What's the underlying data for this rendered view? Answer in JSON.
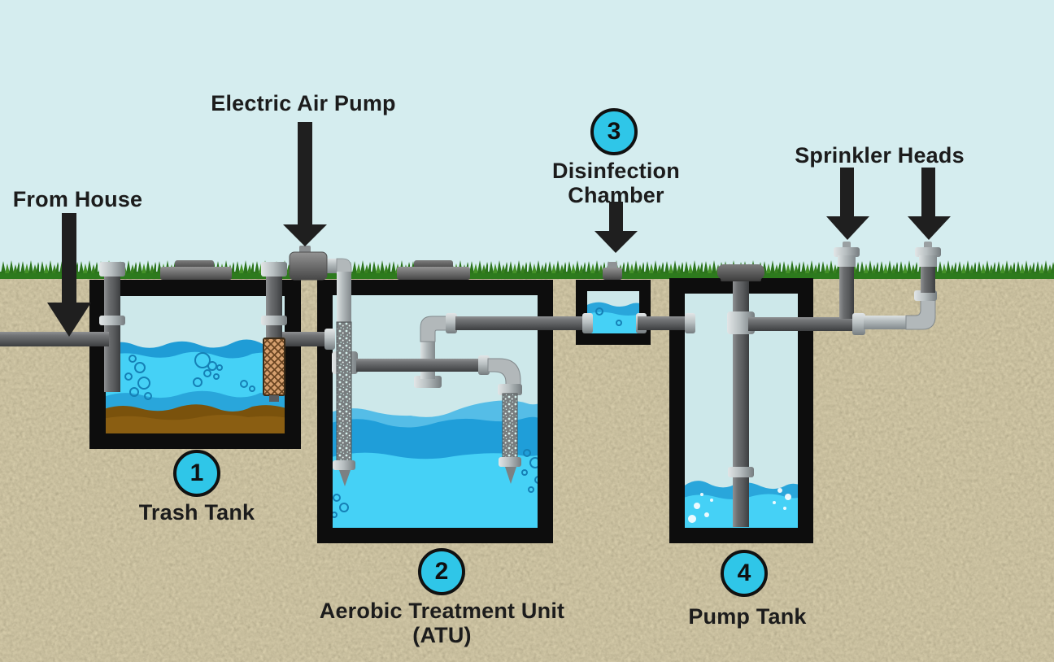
{
  "diagram": {
    "annotations": {
      "from_house": "From House",
      "electric_air_pump": "Electric Air Pump",
      "sprinkler_heads": "Sprinkler Heads"
    },
    "steps": [
      {
        "number": "1",
        "label": "Trash Tank"
      },
      {
        "number": "2",
        "label": "Aerobic Treatment Unit",
        "sublabel": "(ATU)"
      },
      {
        "number": "3",
        "label": "Disinfection Chamber"
      },
      {
        "number": "4",
        "label": "Pump Tank"
      }
    ]
  },
  "colors": {
    "sky": "#d5edef",
    "soil": "#b3a67c",
    "grass": "#2d7a1d",
    "grass_light": "#449127",
    "tank_wall": "#0d0d0d",
    "tank_interior": "#cde8ea",
    "water_main": "#45d1f6",
    "water_dark": "#1f9cd6",
    "water_light": "#55bde7",
    "sludge": "#8a5e12",
    "sludge_dark": "#7a520c",
    "pipe_dark": "#5d5f61",
    "pipe_light": "#b2b8ba",
    "badge_fill": "#2fc6e8",
    "badge_border": "#111111",
    "label_text": "#1c1c1c",
    "arrow": "#1f1f1f"
  }
}
